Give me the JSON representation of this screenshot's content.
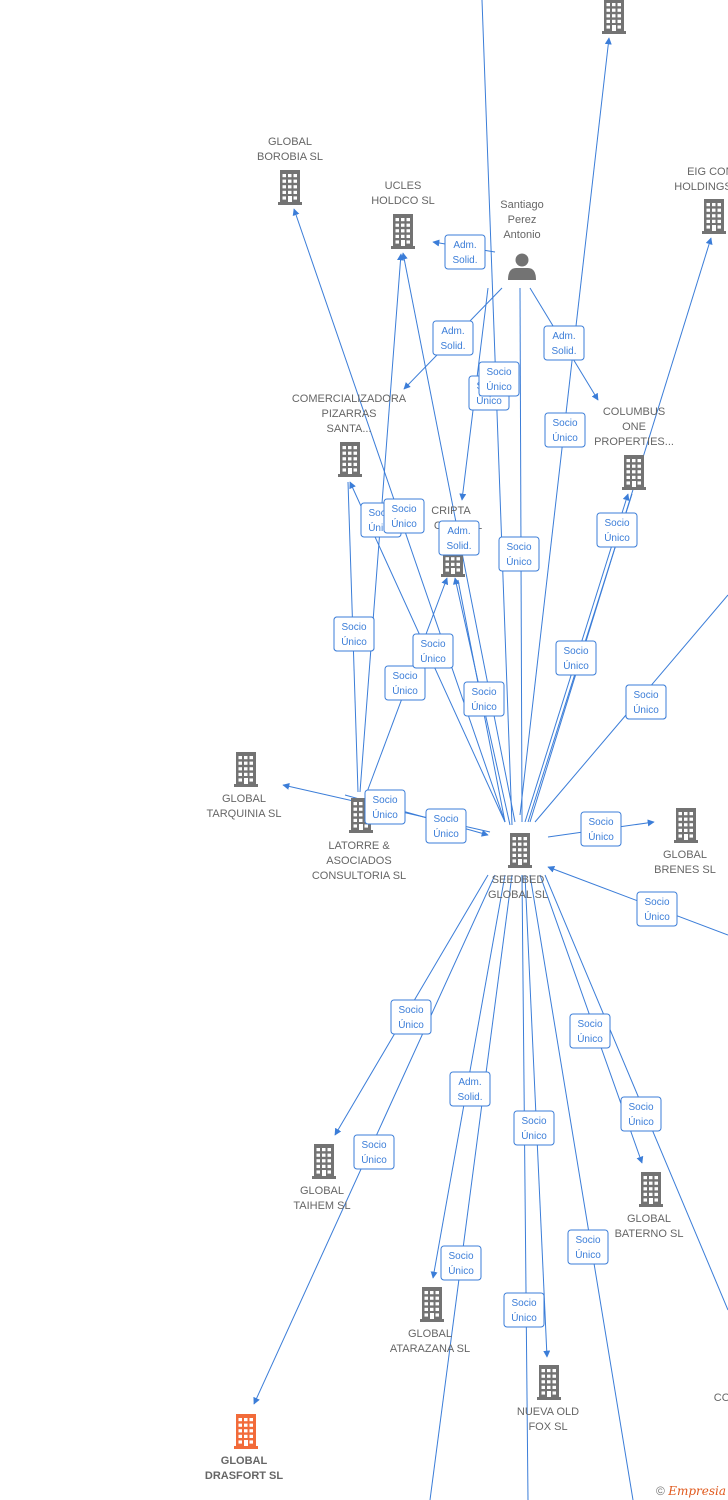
{
  "colors": {
    "edge": "#3b7dd8",
    "company": "#737373",
    "highlight": "#f26b3a",
    "label": "#666666"
  },
  "nodes": [
    {
      "id": "top_right",
      "lines": [],
      "type": "company",
      "icon": "building-icon"
    },
    {
      "id": "borobia",
      "lines": [
        "GLOBAL",
        "BOROBIA SL"
      ],
      "type": "company",
      "icon": "building-icon"
    },
    {
      "id": "ucles",
      "lines": [
        "UCLES",
        "HOLDCO SL"
      ],
      "type": "company",
      "icon": "building-icon"
    },
    {
      "id": "santiago",
      "lines": [
        "Santiago",
        "Perez",
        "Antonio"
      ],
      "type": "person",
      "icon": "person-icon"
    },
    {
      "id": "eig",
      "lines": [
        "EIG CONE",
        "HOLDINGS"
      ],
      "type": "company",
      "icon": "building-icon"
    },
    {
      "id": "comercializadora",
      "lines": [
        "COMERCIALIZADORA",
        "PIZARRAS",
        "SANTA..."
      ],
      "type": "company",
      "icon": "building-icon"
    },
    {
      "id": "columbus",
      "lines": [
        "COLUMBUS",
        "ONE",
        "PROPERTIES..."
      ],
      "type": "company",
      "icon": "building-icon"
    },
    {
      "id": "cripta",
      "lines": [
        "CRIPTA",
        "CIEZA SL"
      ],
      "type": "company",
      "icon": "building-icon"
    },
    {
      "id": "tarquinia",
      "lines": [
        "GLOBAL",
        "TARQUINIA SL"
      ],
      "type": "company",
      "icon": "building-icon"
    },
    {
      "id": "latorre",
      "lines": [
        "LATORRE &",
        "ASOCIADOS",
        "CONSULTORIA SL"
      ],
      "type": "company",
      "icon": "building-icon"
    },
    {
      "id": "seedbed",
      "lines": [
        "SEEDBED",
        "GLOBAL SL"
      ],
      "type": "company",
      "icon": "building-icon"
    },
    {
      "id": "brenes",
      "lines": [
        "GLOBAL",
        "BRENES SL"
      ],
      "type": "company",
      "icon": "building-icon"
    },
    {
      "id": "taihem",
      "lines": [
        "GLOBAL",
        "TAIHEM SL"
      ],
      "type": "company",
      "icon": "building-icon"
    },
    {
      "id": "baterno",
      "lines": [
        "GLOBAL",
        "BATERNO SL"
      ],
      "type": "company",
      "icon": "building-icon"
    },
    {
      "id": "atarazana",
      "lines": [
        "GLOBAL",
        "ATARAZANA SL"
      ],
      "type": "company",
      "icon": "building-icon"
    },
    {
      "id": "nueva",
      "lines": [
        "NUEVA OLD",
        "FOX SL"
      ],
      "type": "company",
      "icon": "building-icon"
    },
    {
      "id": "drasfort",
      "lines": [
        "GLOBAL",
        "DRASFORT SL"
      ],
      "type": "highlight",
      "icon": "building-icon"
    },
    {
      "id": "co_right",
      "lines": [
        "CO"
      ],
      "type": "company",
      "icon": "building-icon"
    }
  ],
  "edges": [
    {
      "label": "Socio Único"
    },
    {
      "label": "Adm. Solid."
    },
    {
      "label": "Adm. Solid."
    },
    {
      "label": "Adm. Solid."
    },
    {
      "label": "Socio Único"
    },
    {
      "label": "Socio Único"
    },
    {
      "label": "Socio Único"
    },
    {
      "label": "Socio Único"
    },
    {
      "label": "Socio Único"
    },
    {
      "label": "Adm. Solid."
    },
    {
      "label": "Socio Único"
    },
    {
      "label": "Socio Único"
    },
    {
      "label": "Socio Único"
    },
    {
      "label": "Socio Único"
    },
    {
      "label": "Socio Único"
    },
    {
      "label": "Socio Único"
    },
    {
      "label": "Socio Único"
    },
    {
      "label": "Socio Único"
    },
    {
      "label": "Socio Único"
    },
    {
      "label": "Socio Único"
    },
    {
      "label": "Socio Único"
    },
    {
      "label": "Socio Único"
    },
    {
      "label": "Socio Único"
    },
    {
      "label": "Socio Único"
    },
    {
      "label": "Socio Único"
    },
    {
      "label": "Adm. Solid."
    },
    {
      "label": "Socio Único"
    },
    {
      "label": "Socio Único"
    },
    {
      "label": "Socio Único"
    },
    {
      "label": "Socio Único"
    }
  ],
  "footer": {
    "copyright": "©",
    "brand": "Empresia"
  }
}
